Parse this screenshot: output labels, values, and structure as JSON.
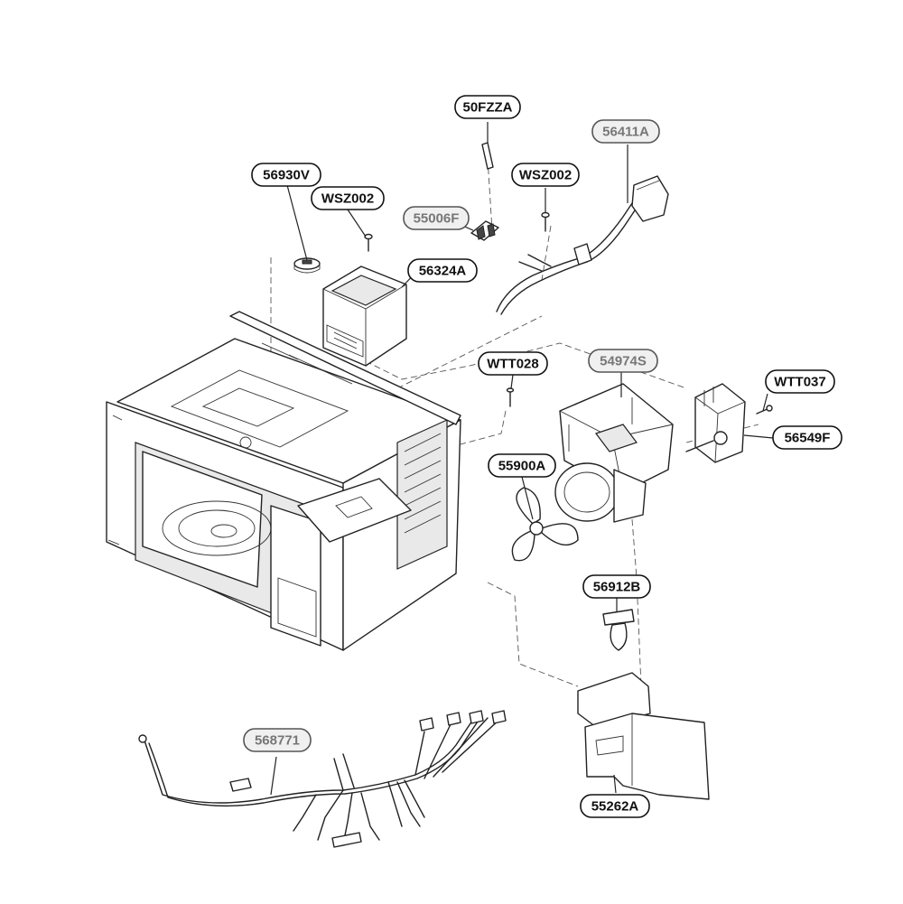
{
  "callouts": {
    "c_50fzza": "50FZZA",
    "c_56411a": "56411A",
    "c_56930v": "56930V",
    "c_wsz002_a": "WSZ002",
    "c_wsz002_b": "WSZ002",
    "c_55006f": "55006F",
    "c_56324a": "56324A",
    "c_wtt028": "WTT028",
    "c_54974s": "54974S",
    "c_wtt037": "WTT037",
    "c_56549f": "56549F",
    "c_55900a": "55900A",
    "c_56912b": "56912B",
    "c_568771": "568771",
    "c_55262a": "55262A"
  }
}
